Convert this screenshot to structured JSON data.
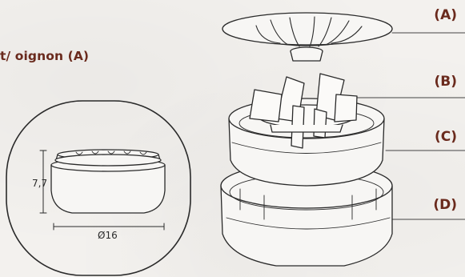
{
  "caption": "t/ oignon (A)",
  "parts": [
    {
      "label": "(A)"
    },
    {
      "label": "(B)"
    },
    {
      "label": "(C)"
    },
    {
      "label": "(D)"
    }
  ],
  "dimensions": {
    "height": "7,7",
    "diameter": "Ø16"
  },
  "colors": {
    "accent": "#6a2a1d",
    "line": "#2a2a2a",
    "background": "#f3f1ee"
  }
}
